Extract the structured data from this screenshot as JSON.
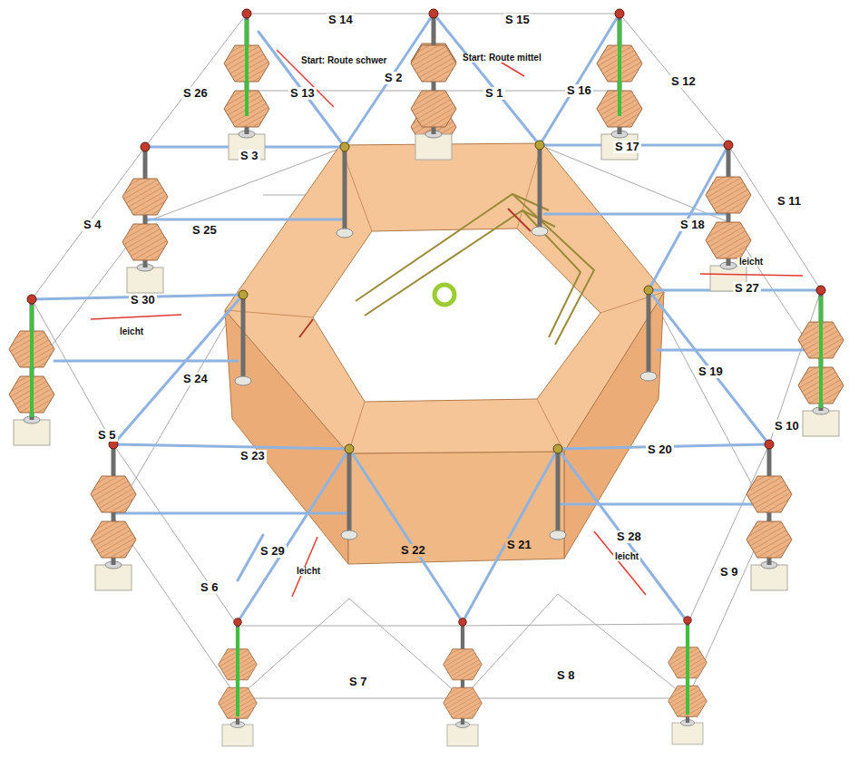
{
  "diagram": {
    "labels": [
      "S 14",
      "S 15",
      "Start: Route schwer",
      "Start: Route mittel",
      "S 2",
      "S 26",
      "S 13",
      "S 1",
      "S 16",
      "S 12",
      "S 3",
      "S 17",
      "S 11",
      "S 4",
      "S 25",
      "S 18",
      "leicht",
      "S 30",
      "S 27",
      "leicht",
      "S 24",
      "S 19",
      "S 5",
      "S 10",
      "S 23",
      "S 20",
      "S 28",
      "S 21",
      "S 22",
      "S 29",
      "leicht",
      "leicht",
      "S 9",
      "S 6",
      "S 8",
      "S 7"
    ]
  }
}
